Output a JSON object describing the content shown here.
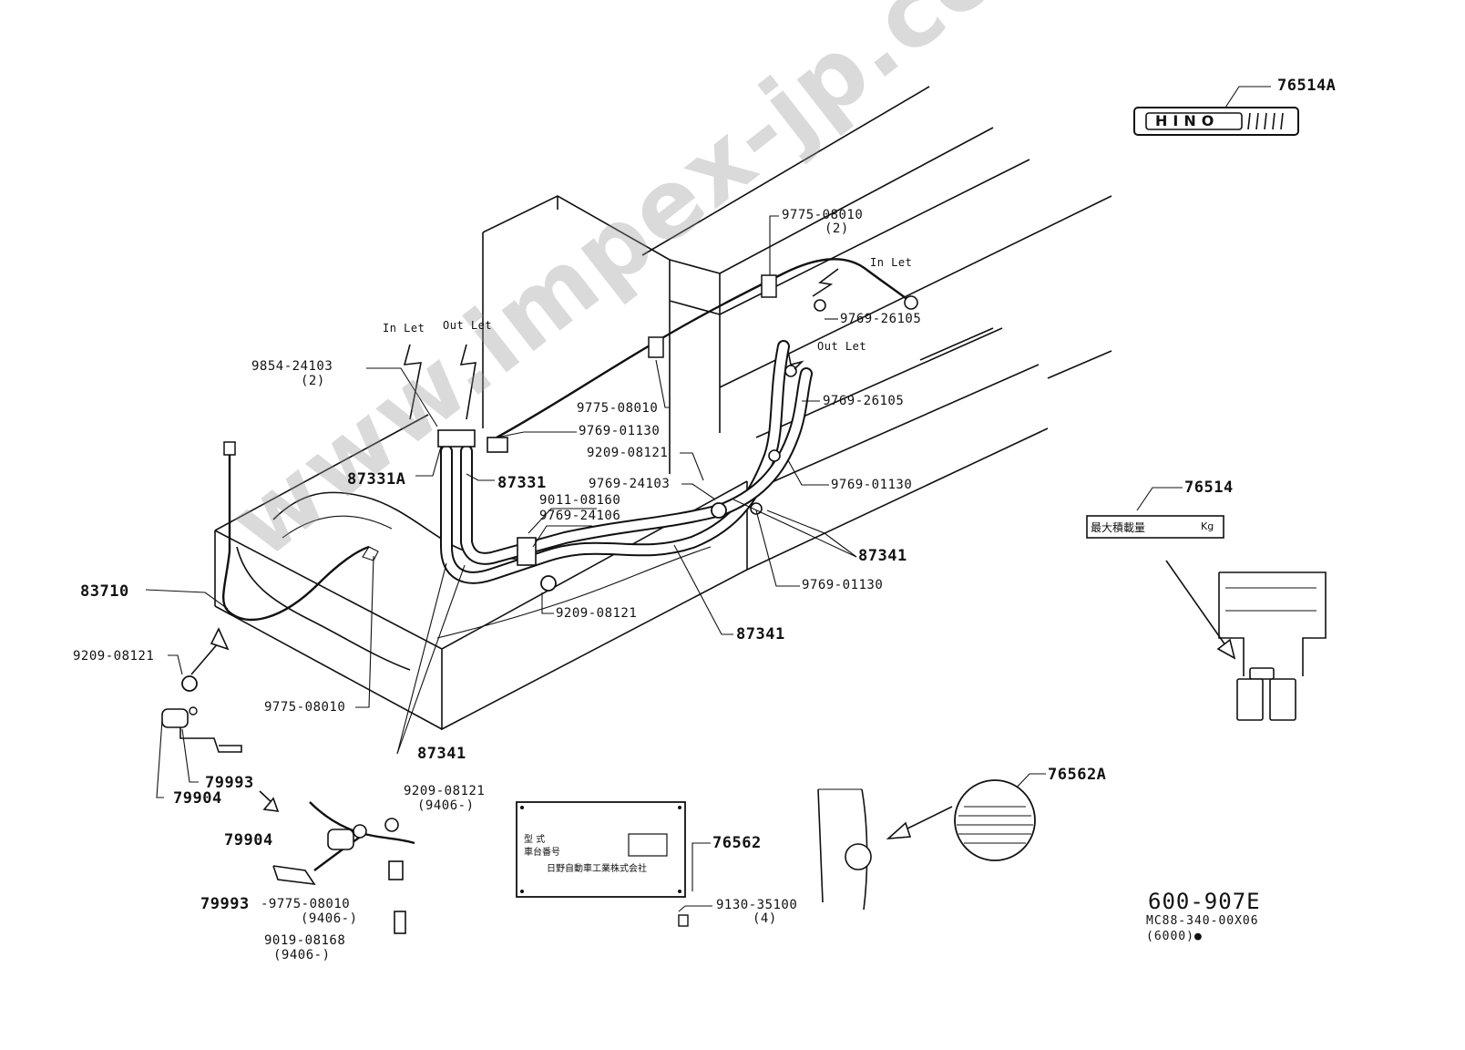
{
  "watermark": "www.impex-jp.com",
  "callouts": {
    "c76514A": "76514A",
    "c76514": "76514",
    "c76562A": "76562A",
    "c76562": "76562",
    "c9775_08010_top": "9775-08010",
    "c9775_08010_top_qty": "(2)",
    "in_let_right": "In Let",
    "c9769_26105_a": "9769-26105",
    "out_let_right": "Out Let",
    "c9769_26105_b": "9769-26105",
    "c9769_01130_right": "9769-01130",
    "c87341_right": "87341",
    "c9769_01130_mid": "9769-01130",
    "c87341_mid": "87341",
    "c9209_08121_top": "9209-08121",
    "c9769_24103": "9769-24103",
    "c9011_08160": "9011-08160",
    "c9769_24106": "9769-24106",
    "c9209_08121_mid": "9209-08121",
    "in_let_left": "In Let",
    "out_let_left": "Out Let",
    "c9854_24103": "9854-24103",
    "c9854_24103_qty": "(2)",
    "c9775_08010_mid": "9775-08010",
    "c9769_01130_left": "9769-01130",
    "c87331A": "87331A",
    "c87331": "87331",
    "c83710": "83710",
    "c9209_08121_left": "9209-08121",
    "c9775_08010_low": "9775-08010",
    "c87341_low": "87341",
    "c79993_a": "79993",
    "c79904_a": "79904",
    "c9209_08121_det": "9209-08121",
    "c9406_a": "(9406-)",
    "c79904_b": "79904",
    "c79993_b": "79993",
    "c9775_08010_det": "-9775-08010",
    "c9406_b": "(9406-)",
    "c9019_08168": "9019-08168",
    "c9406_c": "(9406-)",
    "c9130_35100": "9130-35100",
    "c9130_qty": "(4)"
  },
  "badge": {
    "brand": "HINO"
  },
  "label_76514": {
    "text": "最大積載量",
    "unit": "Kg"
  },
  "plate": {
    "line1": "型 式",
    "line2": "車台番号",
    "line3": "日野自動車工業株式会社"
  },
  "drawing_code": {
    "number": "600-907E",
    "line2": "MC88-340-00X06",
    "line3": "(6000)●"
  }
}
